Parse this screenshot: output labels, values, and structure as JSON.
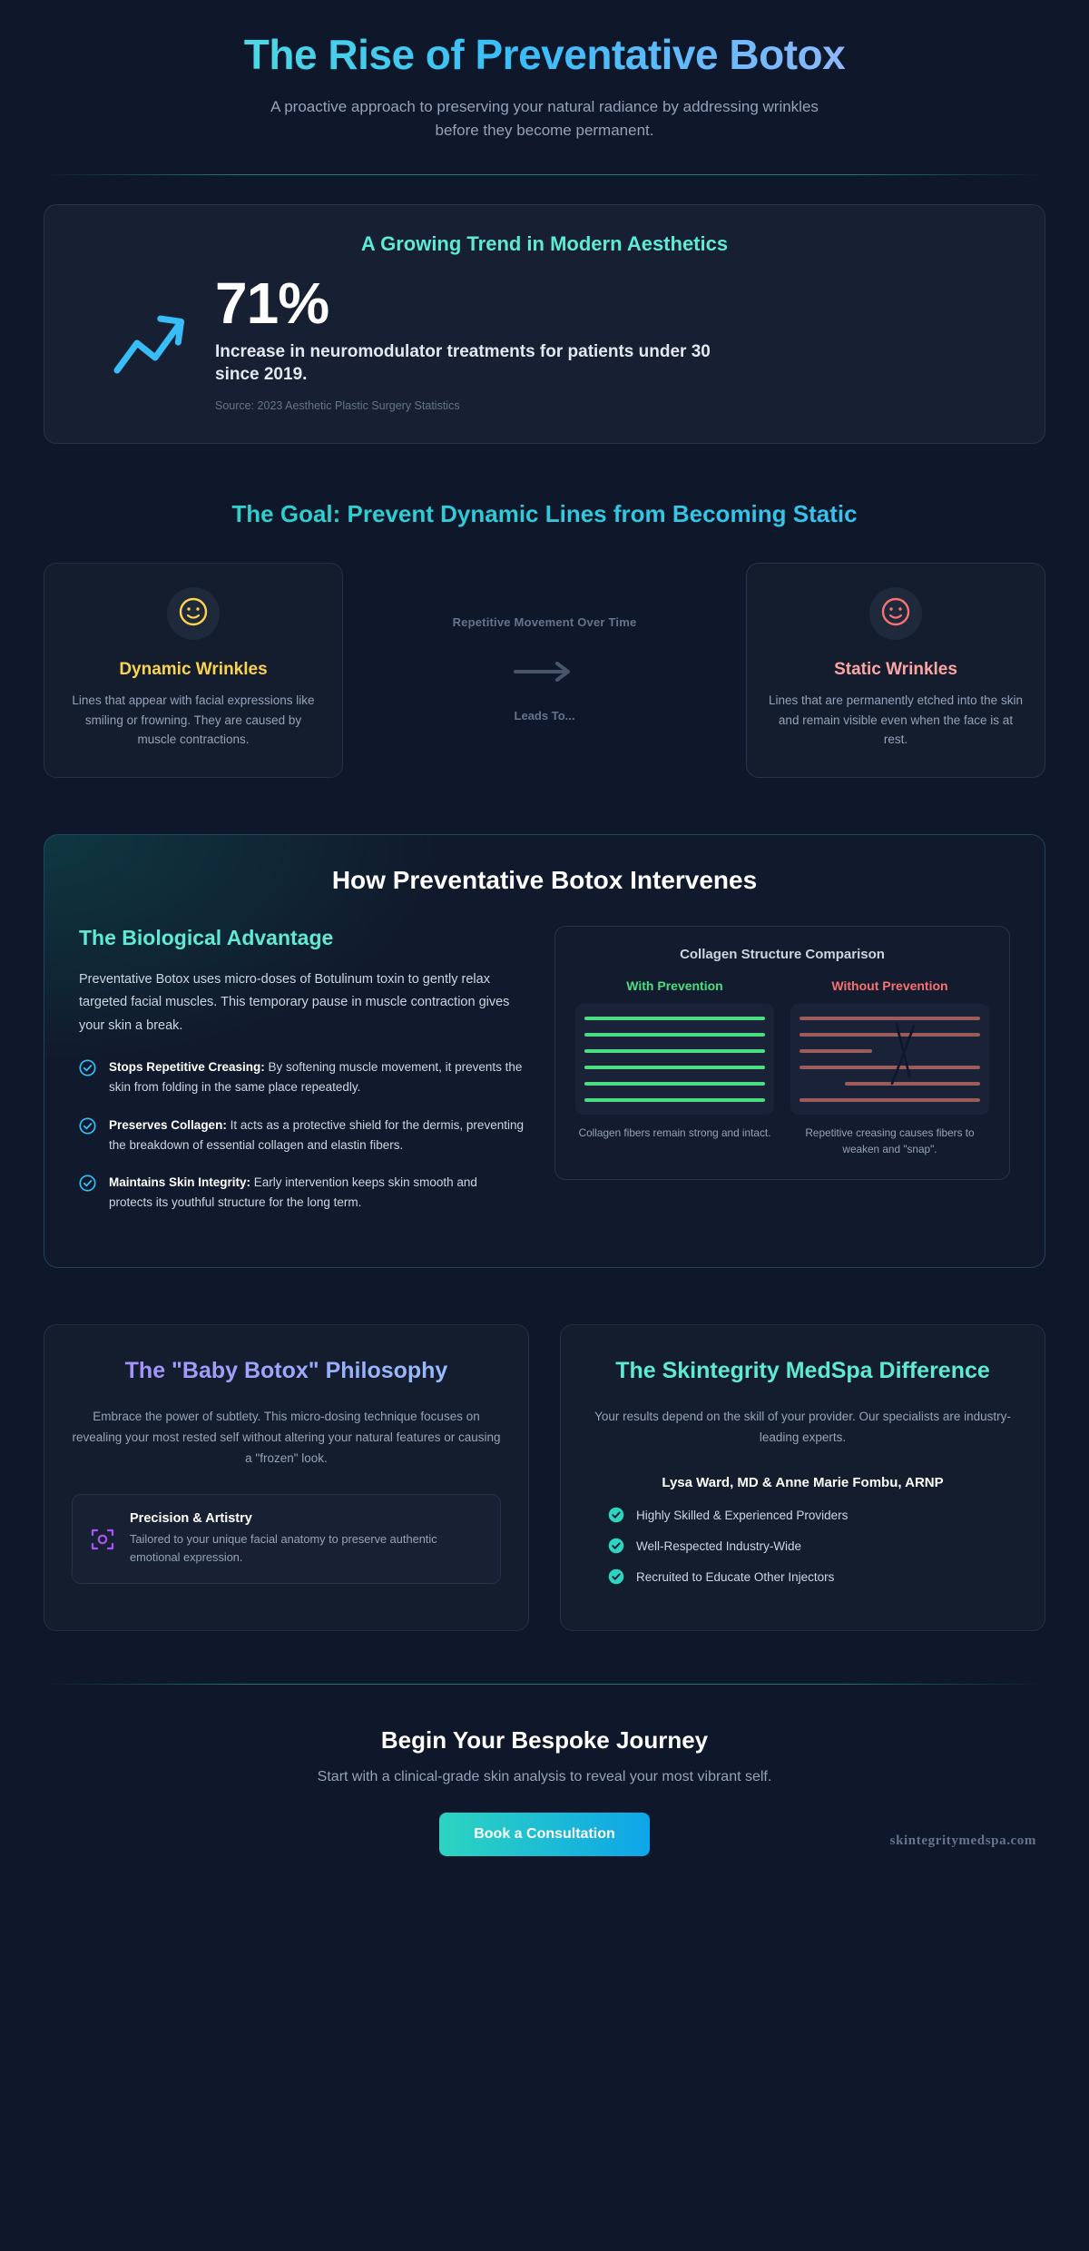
{
  "header": {
    "title": "The Rise of Preventative Botox",
    "subtitle": "A proactive approach to preserving your natural radiance by addressing wrinkles before they become permanent."
  },
  "stat": {
    "heading": "A Growing Trend in Modern Aesthetics",
    "number": "71%",
    "description": "Increase in neuromodulator treatments for patients under 30 since 2019.",
    "source": "Source: 2023 Aesthetic Plastic Surgery Statistics",
    "icon": "trending-up-icon",
    "icon_color": "#38bdf8"
  },
  "goal": {
    "heading": "The Goal: Prevent Dynamic Lines from Becoming Static",
    "dynamic": {
      "icon": "smiley-face-icon",
      "icon_color": "#fbd34d",
      "title": "Dynamic Wrinkles",
      "description": "Lines that appear with facial expressions like smiling or frowning. They are caused by muscle contractions."
    },
    "arrow": {
      "label_top": "Repetitive Movement Over Time",
      "icon": "arrow-right-icon",
      "label_bottom": "Leads To..."
    },
    "static": {
      "icon": "smiley-face-icon",
      "icon_color": "#f87171",
      "title": "Static Wrinkles",
      "description": "Lines that are permanently etched into the skin and remain visible even when the face is at rest."
    }
  },
  "intervene": {
    "title": "How Preventative Botox Intervenes",
    "bio_heading": "The Biological Advantage",
    "bio_para": "Preventative Botox uses micro-doses of Botulinum toxin to gently relax targeted facial muscles. This temporary pause in muscle contraction gives your skin a break.",
    "bullets": [
      {
        "title": "Stops Repetitive Creasing:",
        "text": " By softening muscle movement, it prevents the skin from folding in the same place repeatedly."
      },
      {
        "title": "Preserves Collagen:",
        "text": " It acts as a protective shield for the dermis, preventing the breakdown of essential collagen and elastin fibers."
      },
      {
        "title": "Maintains Skin Integrity:",
        "text": " Early intervention keeps skin smooth and protects its youthful structure for the long term."
      }
    ]
  },
  "chart_data": {
    "type": "bar",
    "title": "Collagen Structure Comparison",
    "xlabel": "",
    "ylabel": "",
    "categories": [
      "With Prevention",
      "Without Prevention"
    ],
    "series": [
      {
        "name": "With Prevention",
        "color": "#4ade80",
        "caption": "Collagen fibers remain strong and intact.",
        "values": [
          100,
          100,
          100,
          100,
          100,
          100
        ],
        "unit": "% fiber length intact"
      },
      {
        "name": "Without Prevention",
        "color": "#9c5c5c",
        "caption": "Repetitive creasing causes fibers to weaken and \"snap\".",
        "values": [
          100,
          100,
          40,
          100,
          75,
          100
        ],
        "unit": "% fiber length intact",
        "annotation": "crack-line"
      }
    ]
  },
  "baby": {
    "title": "The \"Baby Botox\" Philosophy",
    "para": "Embrace the power of subtlety. This micro-dosing technique focuses on revealing your most rested self without altering your natural features or causing a \"frozen\" look.",
    "inner": {
      "icon": "focus-target-icon",
      "icon_color": "#a855f7",
      "title": "Precision & Artistry",
      "desc": "Tailored to your unique facial anatomy to preserve authentic emotional expression."
    }
  },
  "skintegrity": {
    "title": "The Skintegrity MedSpa Difference",
    "para": "Your results depend on the skill of your provider. Our specialists are industry-leading experts.",
    "providers": "Lysa Ward, MD & Anne Marie Fombu, ARNP",
    "checks": [
      "Highly Skilled & Experienced Providers",
      "Well-Respected Industry-Wide",
      "Recruited to Educate Other Injectors"
    ]
  },
  "footer": {
    "title": "Begin Your Bespoke Journey",
    "subtitle": "Start with a clinical-grade skin analysis to reveal your most vibrant self.",
    "cta": "Book a Consultation",
    "url": "skintegritymedspa.com"
  },
  "colors": {
    "background": "#0f172a",
    "teal": "#5eead4",
    "blue": "#38bdf8",
    "purple": "#a78bfa",
    "yellow": "#fbd34d",
    "red": "#f87171",
    "green": "#4ade80"
  }
}
